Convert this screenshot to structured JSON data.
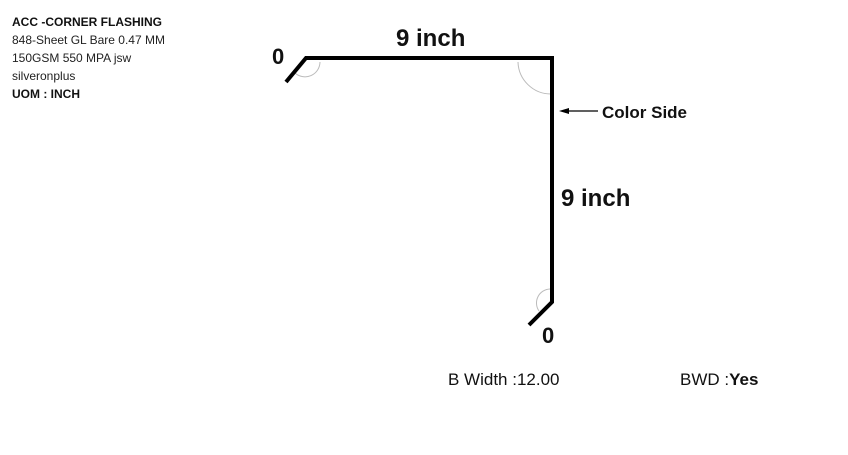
{
  "info": {
    "title": "ACC -CORNER FLASHING",
    "line1": "848-Sheet GL Bare 0.47 MM",
    "line2": "150GSM 550 MPA jsw",
    "line3": "silveronplus",
    "uom": "UOM : INCH"
  },
  "drawing": {
    "top_length": "9 inch",
    "side_length": "9 inch",
    "top_angle": "0",
    "bottom_angle": "0",
    "color_side": "Color Side",
    "line_color": "#000000",
    "arc_color": "#bbbbbb"
  },
  "footer": {
    "b_width_label": "B Width :",
    "b_width_value": "12.00",
    "bwd_label": "BWD :",
    "bwd_value": "Yes"
  }
}
